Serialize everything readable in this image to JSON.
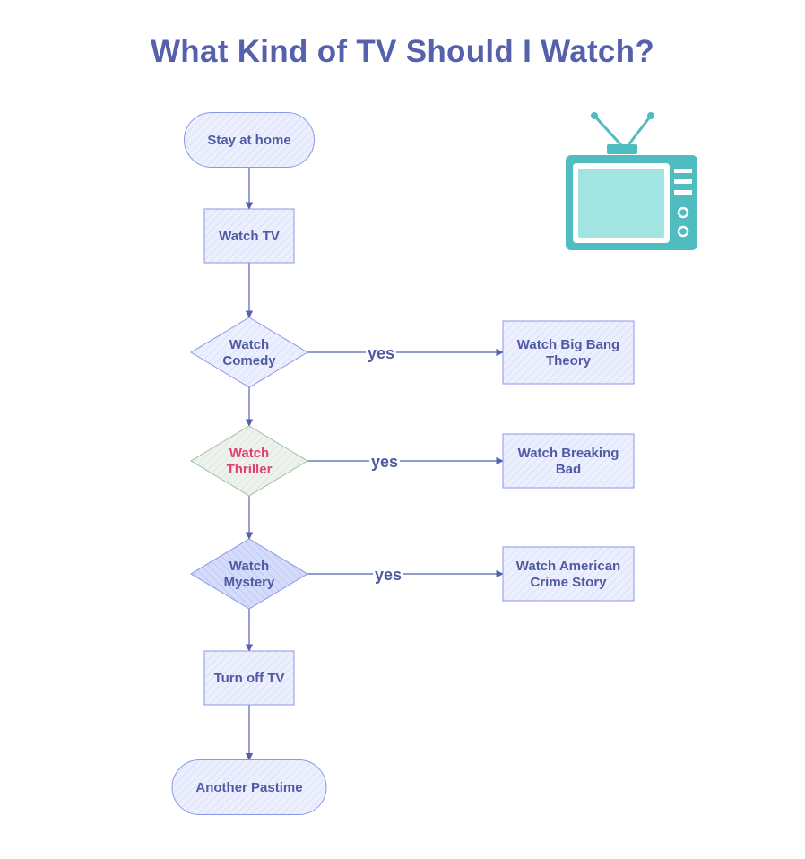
{
  "title": "What Kind of TV Should I Watch?",
  "colors": {
    "title": "#5561ac",
    "edge": "#5561ac",
    "text": "#4f5aa3",
    "highlight_text": "#e0426e",
    "node_fill": "#eceffd",
    "node_stroke": "#8b97e8",
    "thriller_fill": "#eef2ee",
    "thriller_stroke": "#9cc09c",
    "mystery_fill": "#d5dbfa",
    "tv_body": "#4fbcbf",
    "tv_screen": "#a1e4e1"
  },
  "nodes": [
    {
      "id": "stay",
      "shape": "terminal",
      "lines": [
        "Stay at home"
      ]
    },
    {
      "id": "watchtv",
      "shape": "process",
      "lines": [
        "Watch TV"
      ]
    },
    {
      "id": "comedy",
      "shape": "decision",
      "lines": [
        "Watch",
        "Comedy"
      ]
    },
    {
      "id": "thriller",
      "shape": "decision",
      "lines": [
        "Watch",
        "Thriller"
      ],
      "style": "highlight"
    },
    {
      "id": "mystery",
      "shape": "decision",
      "lines": [
        "Watch",
        "Mystery"
      ],
      "style": "dark"
    },
    {
      "id": "turnoff",
      "shape": "process",
      "lines": [
        "Turn off TV"
      ]
    },
    {
      "id": "pastime",
      "shape": "terminal",
      "lines": [
        "Another Pastime"
      ]
    },
    {
      "id": "bigbang",
      "shape": "process",
      "lines": [
        "Watch Big Bang",
        "Theory"
      ]
    },
    {
      "id": "breaking",
      "shape": "process",
      "lines": [
        "Watch Breaking",
        "Bad"
      ]
    },
    {
      "id": "acs",
      "shape": "process",
      "lines": [
        "Watch American",
        "Crime Story"
      ]
    }
  ],
  "edges": [
    {
      "from": "stay",
      "to": "watchtv",
      "label": ""
    },
    {
      "from": "watchtv",
      "to": "comedy",
      "label": ""
    },
    {
      "from": "comedy",
      "to": "thriller",
      "label": ""
    },
    {
      "from": "thriller",
      "to": "mystery",
      "label": ""
    },
    {
      "from": "mystery",
      "to": "turnoff",
      "label": ""
    },
    {
      "from": "turnoff",
      "to": "pastime",
      "label": ""
    },
    {
      "from": "comedy",
      "to": "bigbang",
      "label": "yes"
    },
    {
      "from": "thriller",
      "to": "breaking",
      "label": "yes"
    },
    {
      "from": "mystery",
      "to": "acs",
      "label": "yes"
    }
  ],
  "illustration": {
    "icon": "retro-tv-icon"
  }
}
